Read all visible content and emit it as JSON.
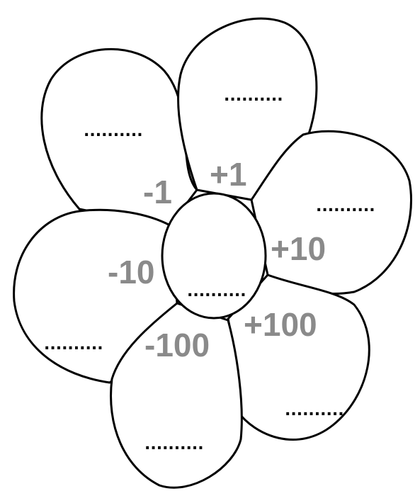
{
  "flower": {
    "center_blank": "..........",
    "petal_blanks": {
      "top_left": "..........",
      "top_right": "..........",
      "right": "..........",
      "left": "..........",
      "bottom_right": "..........",
      "bottom": ".........."
    },
    "operations": {
      "minus_one": "-1",
      "plus_one": "+1",
      "plus_ten": "+10",
      "minus_ten": "-10",
      "plus_hundred": "+100",
      "minus_hundred": "-100"
    },
    "colors": {
      "outline": "#000000",
      "operation_text": "#8a8a8a",
      "background": "#ffffff"
    }
  }
}
